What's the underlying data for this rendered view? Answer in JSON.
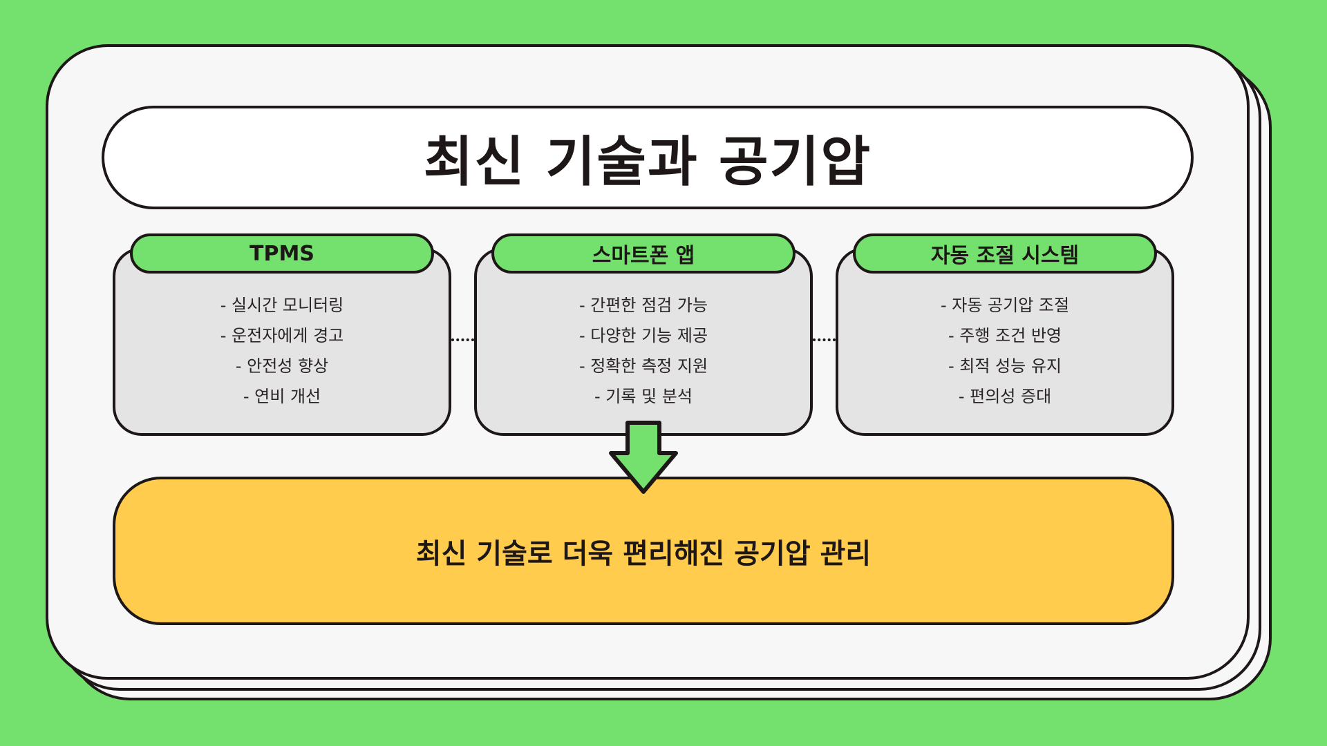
{
  "title": "최신 기술과 공기압",
  "colors": {
    "background": "#74e06e",
    "card": "#f7f7f7",
    "outline": "#1e1717",
    "tag": "#74e06e",
    "box": "#e4e4e4",
    "result": "#ffcc4d"
  },
  "columns": [
    {
      "label": "TPMS",
      "items": [
        "- 실시간 모니터링",
        "- 운전자에게 경고",
        "- 안전성 향상",
        "- 연비 개선"
      ]
    },
    {
      "label": "스마트폰 앱",
      "items": [
        "- 간편한 점검 가능",
        "- 다양한 기능 제공",
        "- 정확한 측정 지원",
        "- 기록 및 분석"
      ]
    },
    {
      "label": "자동 조절 시스템",
      "items": [
        "- 자동 공기압 조절",
        "- 주행 조건 반영",
        "- 최적 성능 유지",
        "- 편의성 증대"
      ]
    }
  ],
  "arrow_icon": "down-arrow-icon",
  "result": "최신 기술로 더욱 편리해진 공기압 관리"
}
